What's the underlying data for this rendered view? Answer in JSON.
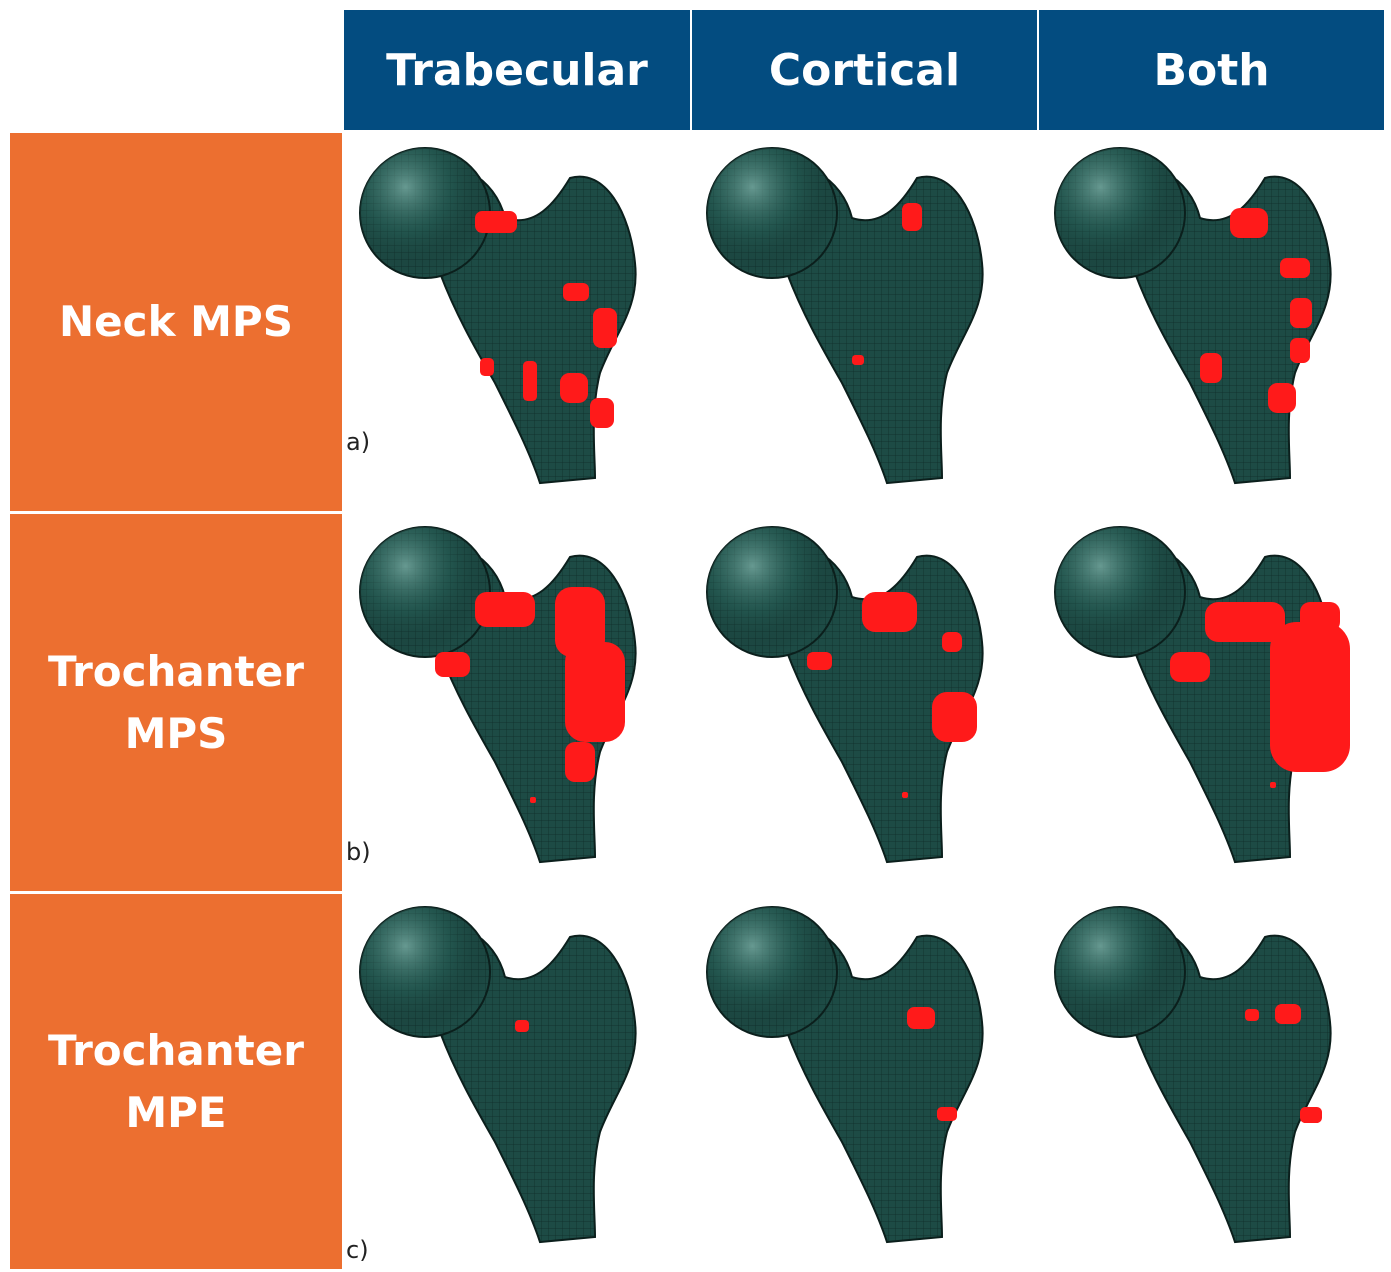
{
  "columns": [
    "Trabecular",
    "Cortical",
    "Both"
  ],
  "rows": [
    {
      "lines": [
        "Neck MPS"
      ],
      "label": "a)"
    },
    {
      "lines": [
        "Trochanter",
        "MPS"
      ],
      "label": "b)"
    },
    {
      "lines": [
        "Trochanter",
        "MPE"
      ],
      "label": "c)"
    }
  ],
  "colors": {
    "header_blue": "#034c80",
    "row_orange": "#ec6f30",
    "bone_teal": "#1d4b45",
    "highlight_red": "#ff1a1a"
  }
}
